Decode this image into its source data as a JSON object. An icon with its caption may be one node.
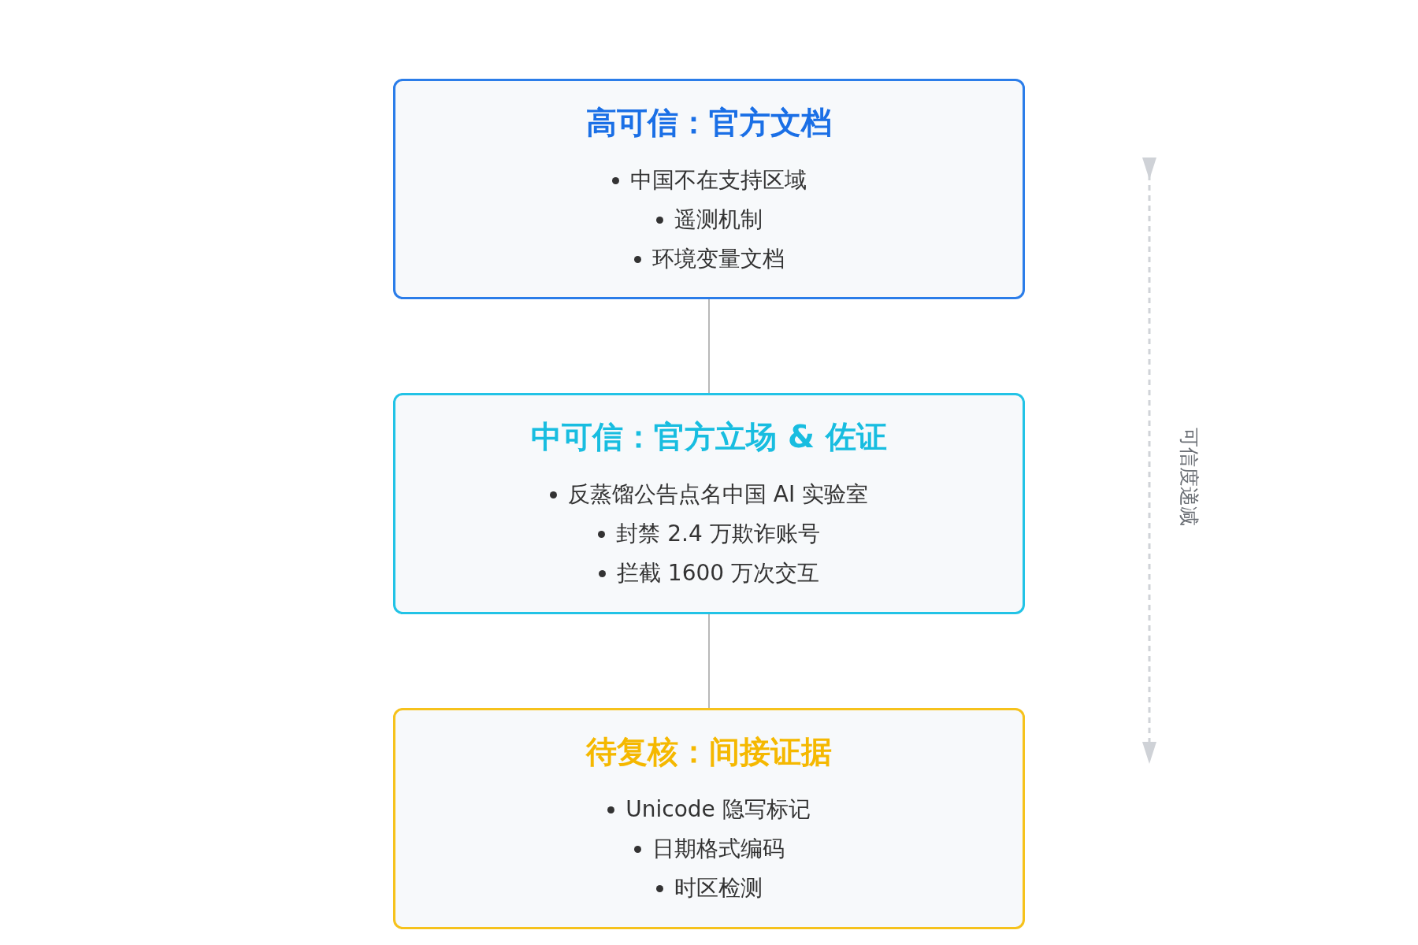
{
  "diagram": {
    "nodes": [
      {
        "text": [
          "高可信：官方文档",
          "中国不在支持区域",
          "遥测机制",
          "环境变量文档"
        ]
      },
      {
        "text": [
          "中可信：官方立场 & 佐证",
          "反蒸馏公告点名中国 AI 实验室",
          "封禁 2.4 万欺诈账号",
          "拦截 1600 万次交互"
        ]
      },
      {
        "text": [
          "待复核：间接证据",
          "Unicode 隐写标记",
          "日期格式编码",
          "时区检测"
        ]
      }
    ],
    "edges": [
      {
        "from": 0,
        "to": 1,
        "arrow": "none"
      },
      {
        "from": 1,
        "to": 2,
        "arrow": "none"
      }
    ],
    "labels": [
      "可信度递减"
    ]
  }
}
